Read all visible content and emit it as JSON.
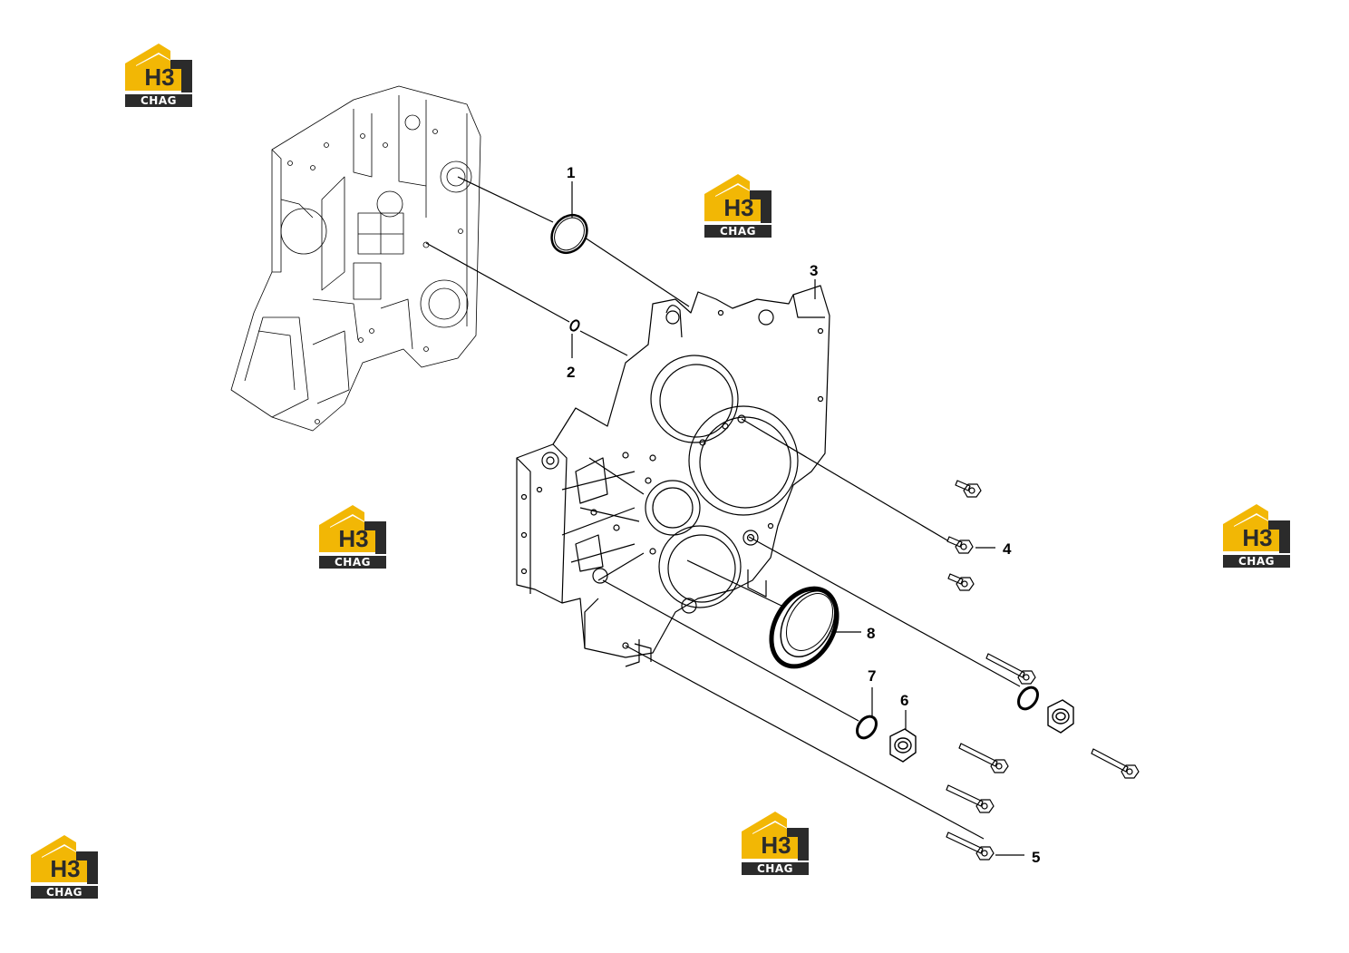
{
  "callouts": [
    {
      "label": "1"
    },
    {
      "label": "2"
    },
    {
      "label": "3"
    },
    {
      "label": "4"
    },
    {
      "label": "5"
    },
    {
      "label": "6"
    },
    {
      "label": "7"
    },
    {
      "label": "8"
    }
  ],
  "watermark": {
    "mark": "H3",
    "text": "CHAG"
  },
  "colors": {
    "line": "#000000",
    "logo_yellow": "#f2b705",
    "logo_dark": "#2b2b2b",
    "background": "#ffffff"
  }
}
